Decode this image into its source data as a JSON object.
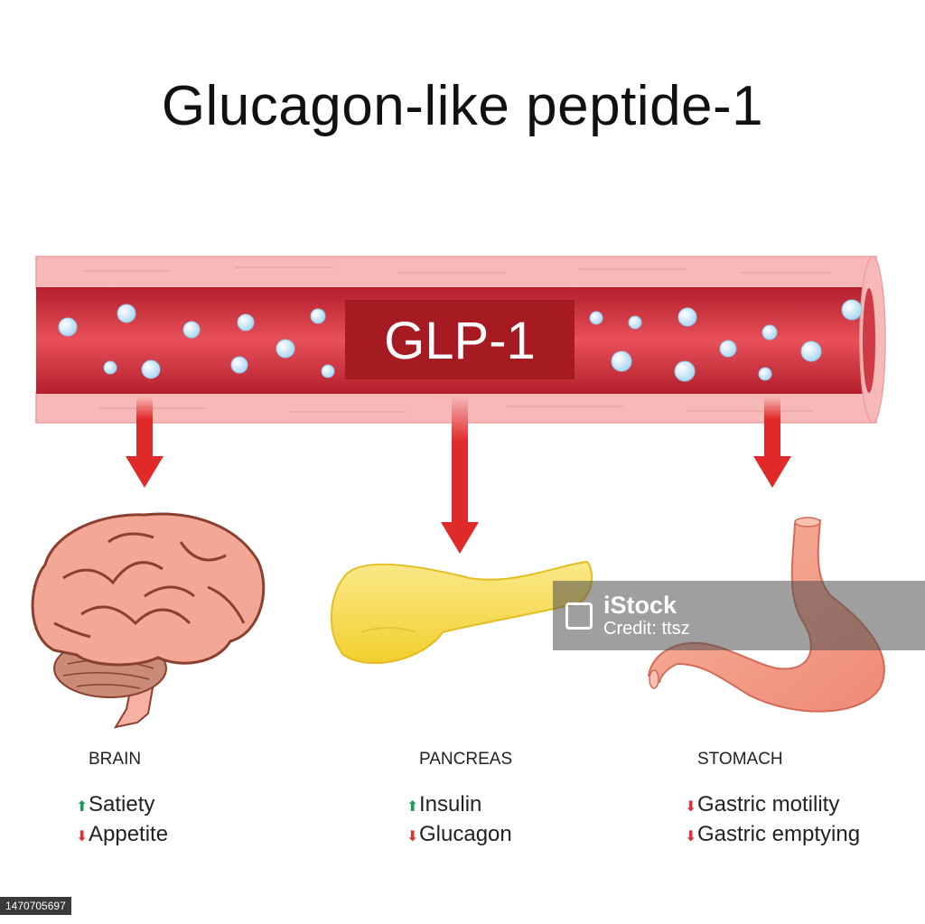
{
  "title": "Glucagon-like peptide-1",
  "vessel": {
    "label": "GLP-1"
  },
  "organs": [
    {
      "name": "BRAIN",
      "effects": [
        {
          "direction": "up",
          "text": "Satiety"
        },
        {
          "direction": "down",
          "text": "Appetite"
        }
      ]
    },
    {
      "name": "PANCREAS",
      "effects": [
        {
          "direction": "up",
          "text": "Insulin"
        },
        {
          "direction": "down",
          "text": "Glucagon"
        }
      ]
    },
    {
      "name": "STOMACH",
      "effects": [
        {
          "direction": "down",
          "text": "Gastric motility"
        },
        {
          "direction": "down",
          "text": "Gastric emptying"
        }
      ]
    }
  ],
  "watermark": {
    "brand": "iStock",
    "credit": "Credit: ttsz"
  },
  "stock_id": "1470705697",
  "colors": {
    "vessel_wall": "#f7b8b8",
    "blood": "#d93a44",
    "label_box": "#a61a22",
    "arrow": "#e02a2a",
    "brain": "#f4a794",
    "pancreas": "#f7dd52",
    "stomach": "#f49a85",
    "up_arrow": "#1f9a57",
    "down_arrow": "#d8343a"
  }
}
